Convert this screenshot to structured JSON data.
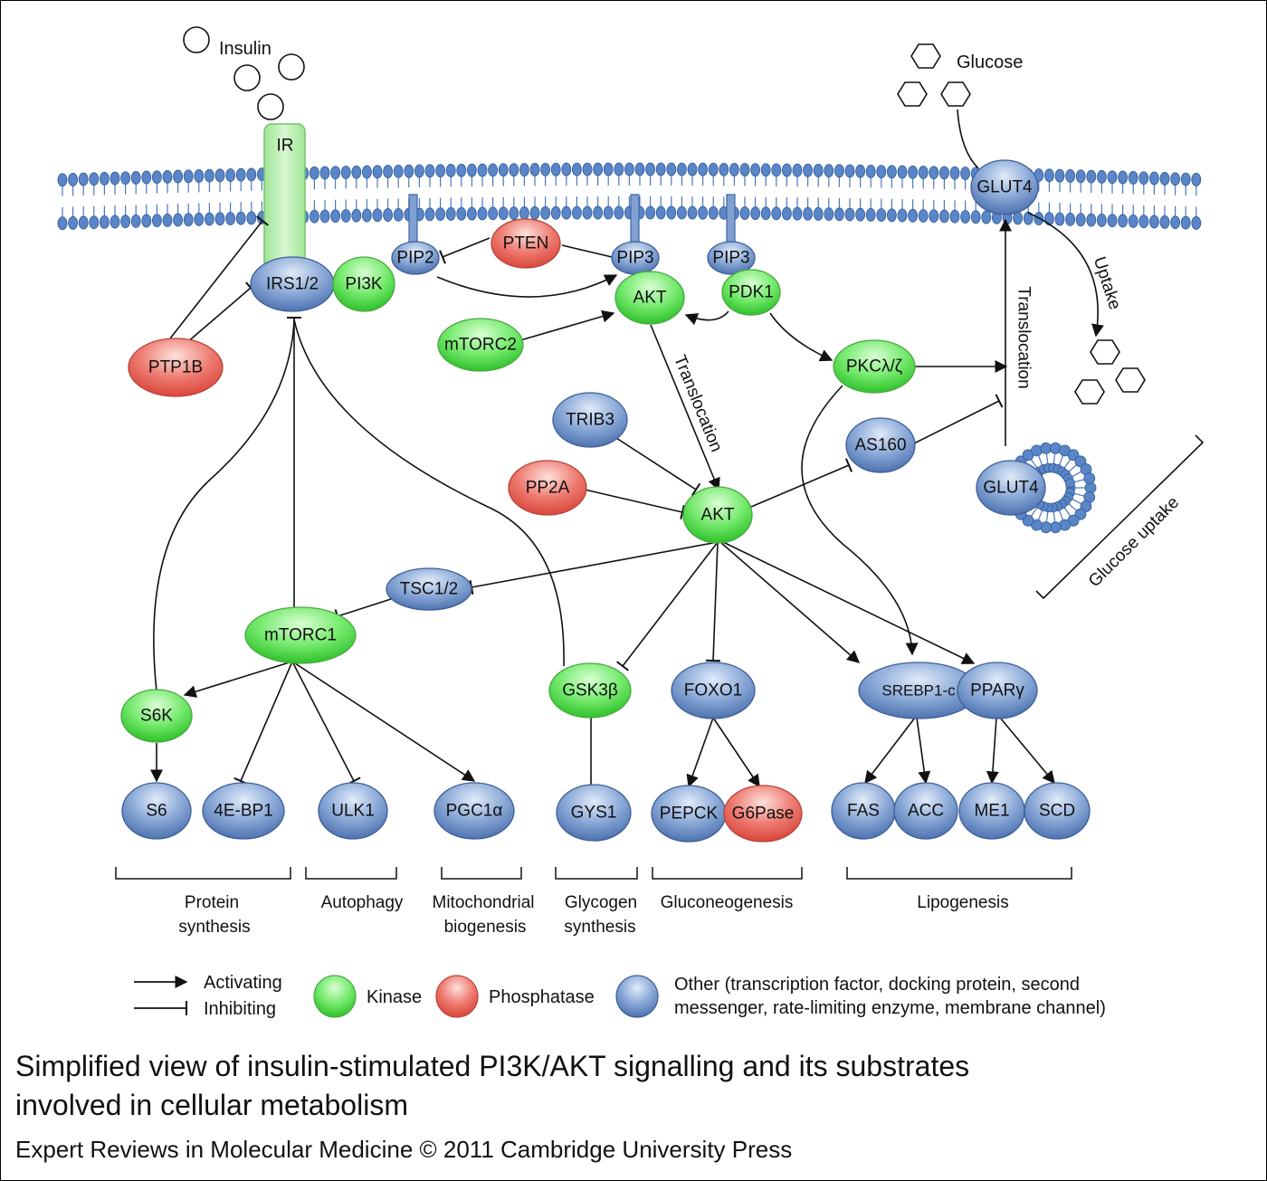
{
  "labels": {
    "insulin": "Insulin",
    "glucose": "Glucose",
    "ir": "IR",
    "translocation_akt": "Translocation",
    "translocation_glut4": "Translocation",
    "uptake": "Uptake",
    "glucose_uptake": "Glucose uptake"
  },
  "nodes": {
    "irs12": "IRS1/2",
    "pi3k": "PI3K",
    "ptp1b": "PTP1B",
    "pip2": "PIP2",
    "pten": "PTEN",
    "pip3a": "PIP3",
    "pip3b": "PIP3",
    "akt_top": "AKT",
    "pdk1": "PDK1",
    "mtorc2": "mTORC2",
    "pkc": "PKCλ/ζ",
    "trib3": "TRIB3",
    "pp2a": "PP2A",
    "akt_main": "AKT",
    "as160": "AS160",
    "glut4_mem": "GLUT4",
    "glut4_ves": "GLUT4",
    "tsc12": "TSC1/2",
    "mtorc1": "mTORC1",
    "s6k": "S6K",
    "gsk3b": "GSK3β",
    "foxo1": "FOXO1",
    "srebp1c": "SREBP1-c",
    "pparg": "PPARγ",
    "s6": "S6",
    "ebp1": "4E-BP1",
    "ulk1": "ULK1",
    "pgc1a": "PGC1α",
    "gys1": "GYS1",
    "pepck": "PEPCK",
    "g6pase": "G6Pase",
    "fas": "FAS",
    "acc": "ACC",
    "me1": "ME1",
    "scd": "SCD"
  },
  "categories": {
    "protein_1": "Protein",
    "protein_2": "synthesis",
    "autophagy": "Autophagy",
    "mito_1": "Mitochondrial",
    "mito_2": "biogenesis",
    "glycogen_1": "Glycogen",
    "glycogen_2": "synthesis",
    "gluconeo": "Gluconeogenesis",
    "lipo": "Lipogenesis"
  },
  "legend": {
    "activating": "Activating",
    "inhibiting": "Inhibiting",
    "kinase": "Kinase",
    "phosphatase": "Phosphatase",
    "other_1": "Other (transcription factor, docking protein, second",
    "other_2": "messenger, rate-limiting enzyme, membrane channel)"
  },
  "caption": {
    "line1": "Simplified view of insulin-stimulated PI3K/AKT signalling and its substrates",
    "line2": "involved in cellular metabolism",
    "credit": "Expert Reviews in Molecular Medicine © 2011 Cambridge University Press"
  },
  "colors": {
    "kinase": "#6fe06a",
    "phosphatase": "#e8675e",
    "other": "#6d8fc6",
    "membrane": "#4d78b8"
  }
}
